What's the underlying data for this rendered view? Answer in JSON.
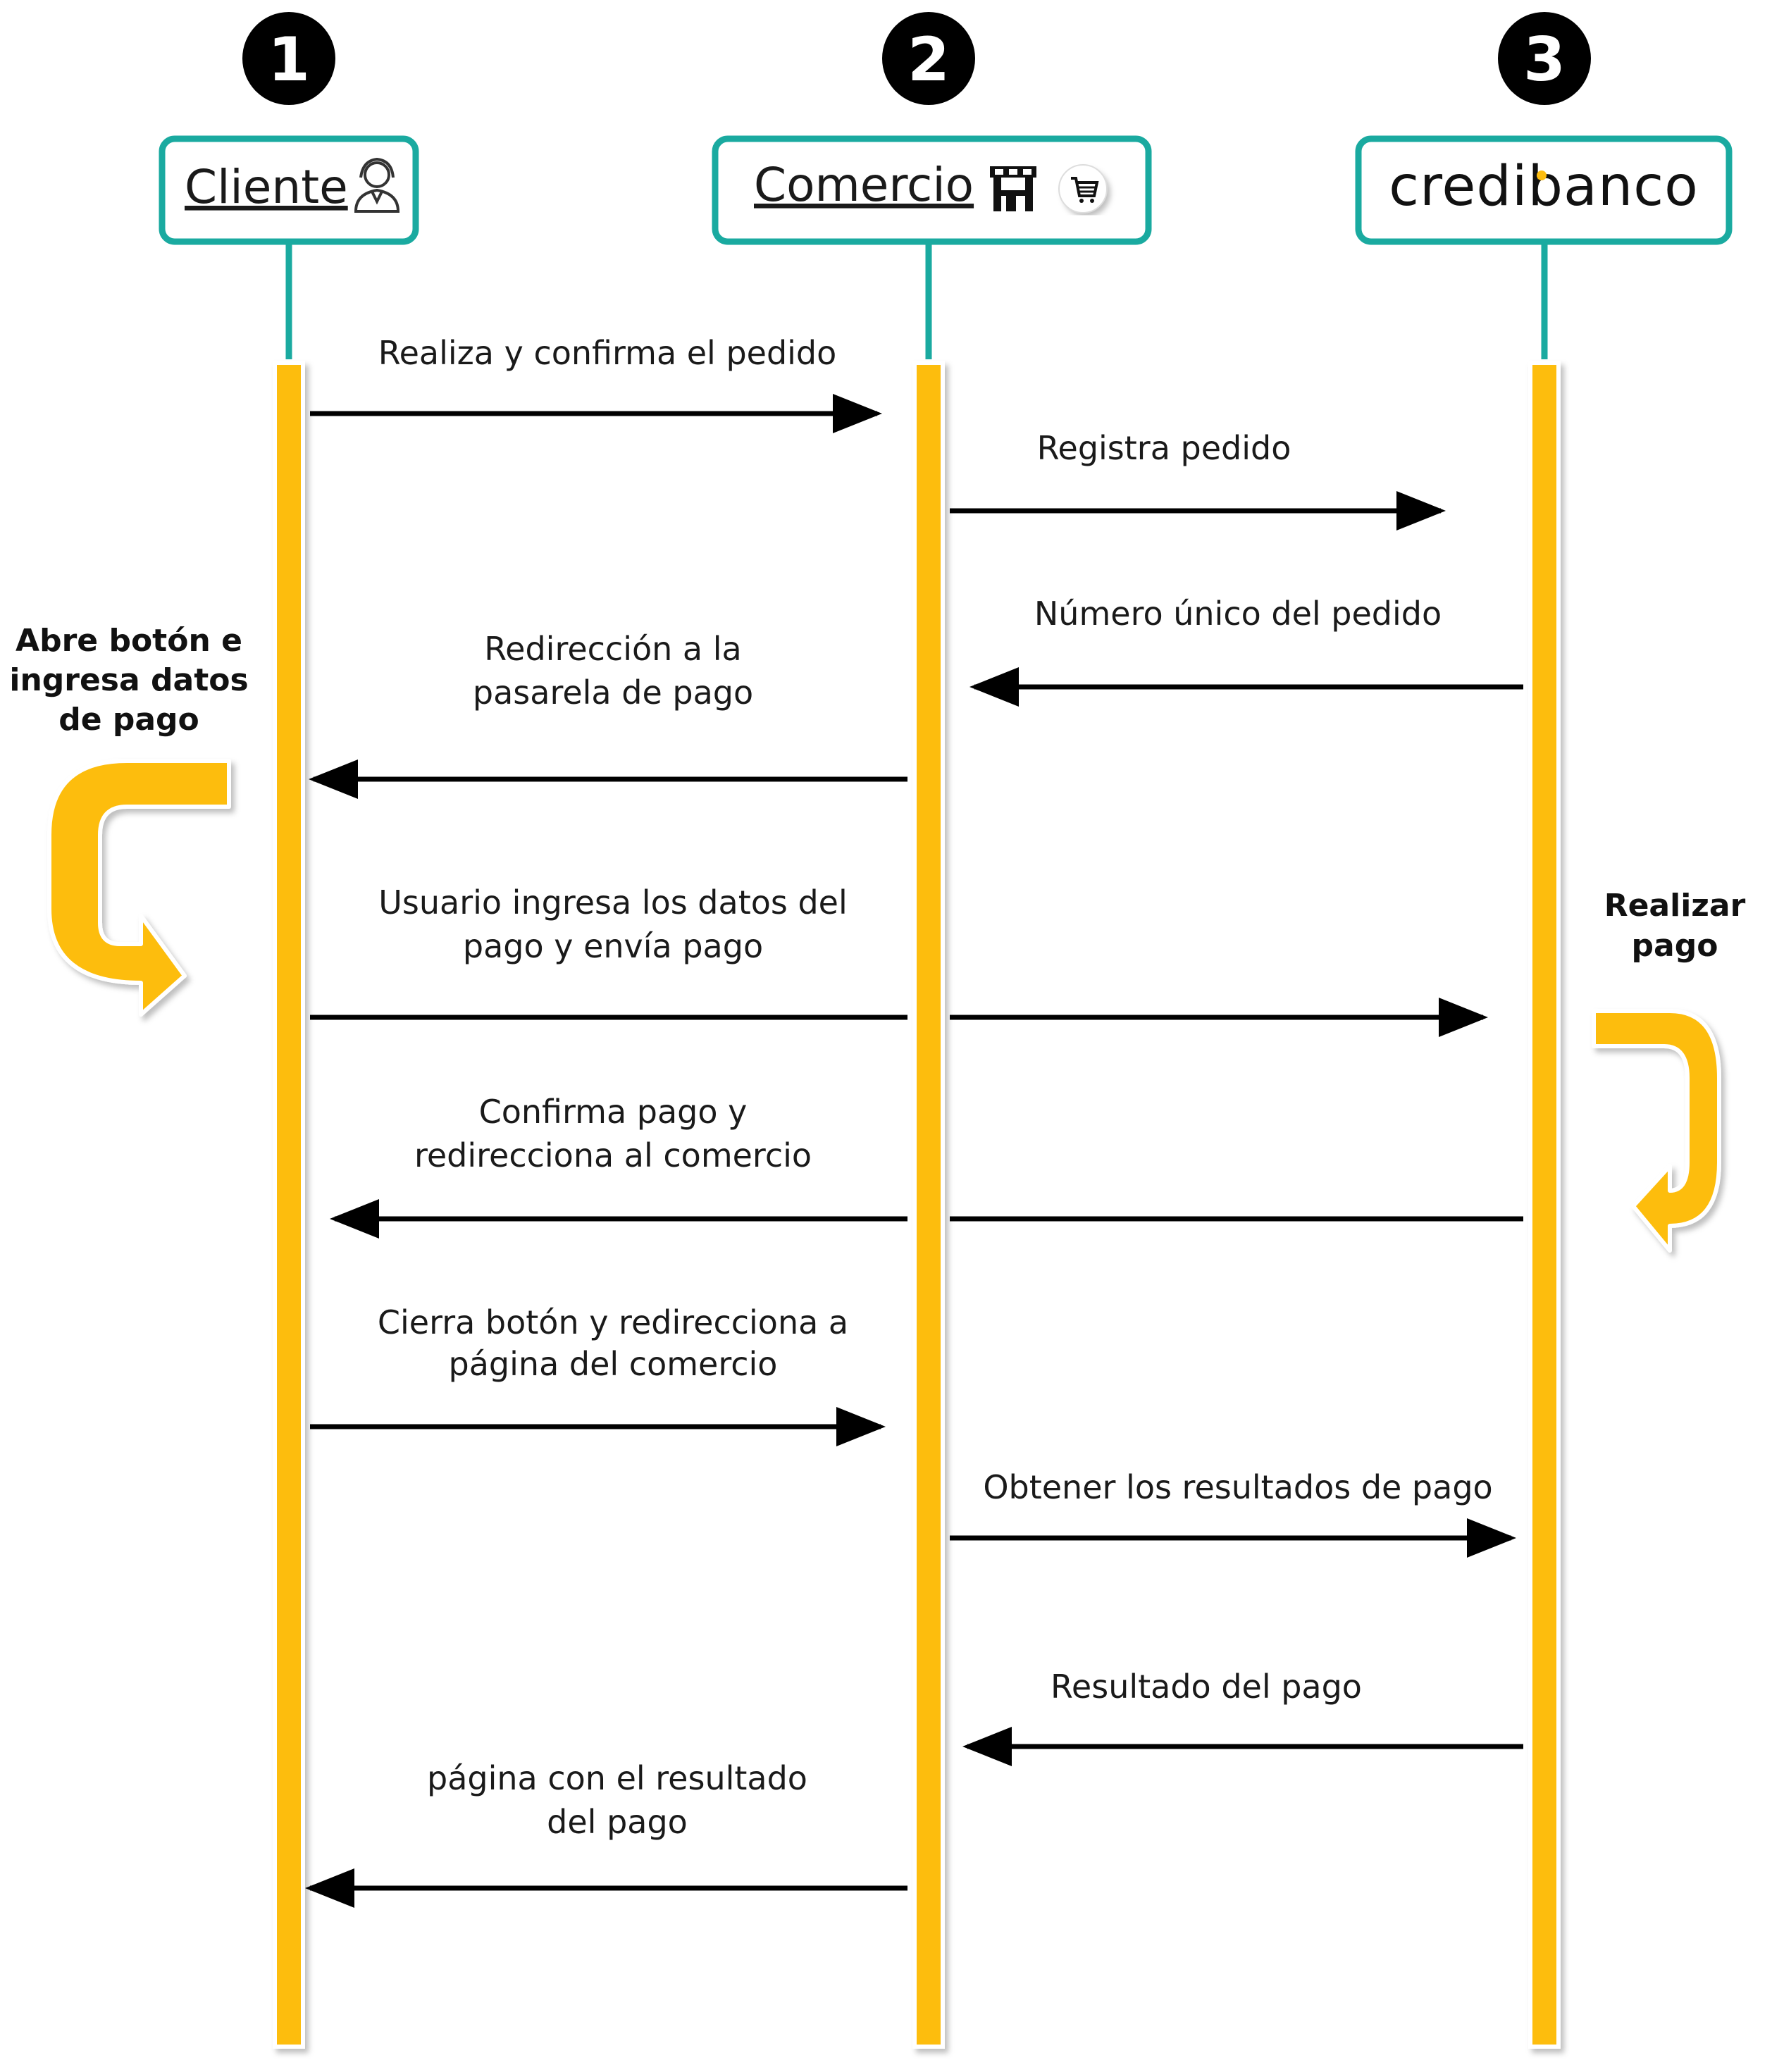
{
  "colors": {
    "teal": "#1aaaa0",
    "yellow": "#fdbd10",
    "arrow": "#000000",
    "badge": "#000000"
  },
  "participants": [
    {
      "number": "1",
      "label": "Cliente",
      "icon": "user-icon"
    },
    {
      "number": "2",
      "label": "Comercio",
      "icon": "store-icon",
      "icon2": "cart-icon"
    },
    {
      "number": "3",
      "label": "credibanco",
      "icon": "credibanco-logo"
    }
  ],
  "messages": [
    {
      "lines": [
        "Realiza y confirma el  pedido"
      ]
    },
    {
      "lines": [
        "Registra pedido"
      ]
    },
    {
      "lines": [
        "Número único del pedido"
      ]
    },
    {
      "lines": [
        "Redirección a la",
        "pasarela de pago"
      ]
    },
    {
      "lines": [
        "Usuario ingresa los datos del",
        "pago y envía pago"
      ]
    },
    {
      "lines": [
        "Confirma pago y",
        "redirecciona al  comercio"
      ]
    },
    {
      "lines": [
        "Cierra botón y redirecciona a",
        "página del comercio"
      ]
    },
    {
      "lines": [
        "Obtener los resultados de pago"
      ]
    },
    {
      "lines": [
        "Resultado del pago"
      ]
    },
    {
      "lines": [
        "página con el resultado",
        "del pago"
      ]
    }
  ],
  "side_notes": {
    "left": [
      "Abre botón e",
      "ingresa datos",
      "de pago"
    ],
    "right": [
      "Realizar",
      "pago"
    ]
  }
}
